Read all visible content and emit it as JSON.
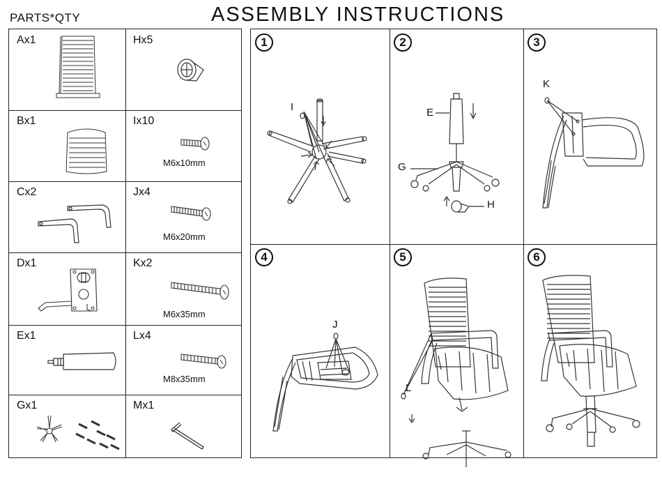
{
  "header": {
    "parts_title": "PARTS*QTY",
    "main_title": "ASSEMBLY INSTRUCTIONS"
  },
  "parts": {
    "A": {
      "label": "Ax1",
      "icon": "backrest-icon"
    },
    "B": {
      "label": "Bx1",
      "icon": "seat-cushion-icon"
    },
    "C": {
      "label": "Cx2",
      "icon": "armrest-icon"
    },
    "D": {
      "label": "Dx1",
      "icon": "tilt-mechanism-icon"
    },
    "E": {
      "label": "Ex1",
      "icon": "gas-lift-icon"
    },
    "G": {
      "label": "Gx1",
      "icon": "base-legs-icon"
    },
    "H": {
      "label": "Hx5",
      "icon": "caster-wheel-icon"
    },
    "I": {
      "label": "Ix10",
      "size": "M6x10mm",
      "icon": "bolt-icon"
    },
    "J": {
      "label": "Jx4",
      "size": "M6x20mm",
      "icon": "bolt-icon"
    },
    "K": {
      "label": "Kx2",
      "size": "M6x35mm",
      "icon": "bolt-icon"
    },
    "L": {
      "label": "Lx4",
      "size": "M8x35mm",
      "icon": "bolt-icon"
    },
    "M": {
      "label": "Mx1",
      "icon": "allen-key-icon"
    }
  },
  "steps": {
    "s1": {
      "number": "1",
      "callouts": {
        "I": "I"
      }
    },
    "s2": {
      "number": "2",
      "callouts": {
        "E": "E",
        "G": "G",
        "H": "H"
      }
    },
    "s3": {
      "number": "3",
      "callouts": {
        "K": "K"
      }
    },
    "s4": {
      "number": "4",
      "callouts": {
        "J": "J"
      }
    },
    "s5": {
      "number": "5",
      "callouts": {
        "L": "L"
      }
    },
    "s6": {
      "number": "6"
    }
  }
}
